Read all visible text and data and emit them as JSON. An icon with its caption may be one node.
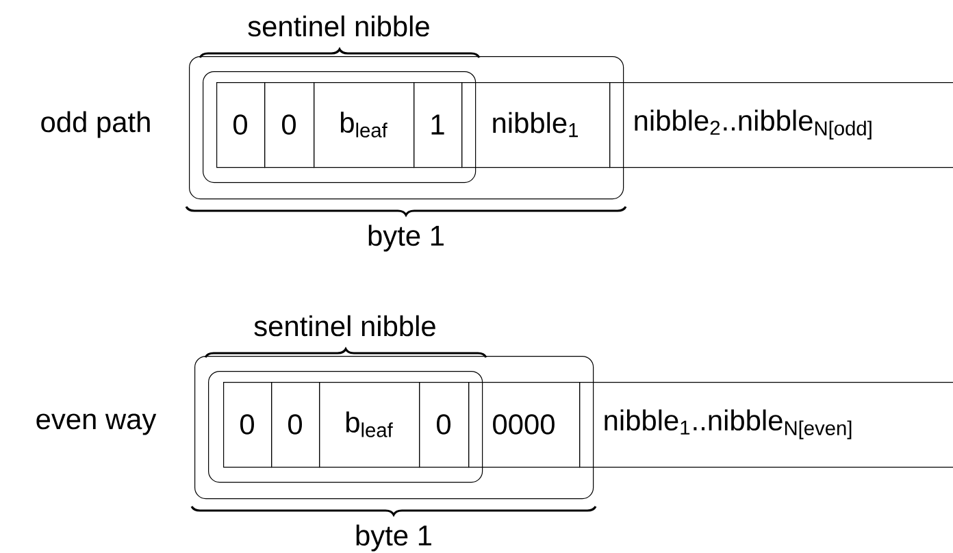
{
  "diagram": {
    "nodes": [
      {
        "text": [
          "byte 1"
        ]
      },
      {
        "text": [
          "sentinel nibble"
        ],
        "in": 0
      },
      {
        "text": [
          "0"
        ],
        "in": 1
      },
      {
        "text": [
          "0"
        ],
        "in": 1
      },
      {
        "text": [
          "b$_{leaf}$"
        ],
        "in": 1
      },
      {
        "text": [
          "1"
        ],
        "in": 1
      },
      {
        "text": [
          "nibble$_{1}$"
        ],
        "in": 0
      },
      {
        "text": [
          "nibble$_{2}$..nibble$_{N[odd]}$"
        ]
      },
      {
        "text": [
          "byte 1"
        ]
      },
      {
        "text": [
          "sentinel nibble"
        ],
        "in": 8
      },
      {
        "text": [
          "0"
        ],
        "in": 9
      },
      {
        "text": [
          "0"
        ],
        "in": 9
      },
      {
        "text": [
          "b$_{leaf}$"
        ],
        "in": 9
      },
      {
        "text": [
          "0"
        ],
        "in": 9
      },
      {
        "text": [
          "0000"
        ],
        "in": 8
      },
      {
        "text": [
          "nibble$_{1}$..nibble$_{N[even]}$"
        ]
      }
    ],
    "labels": [
      "odd path",
      "even way"
    ]
  }
}
